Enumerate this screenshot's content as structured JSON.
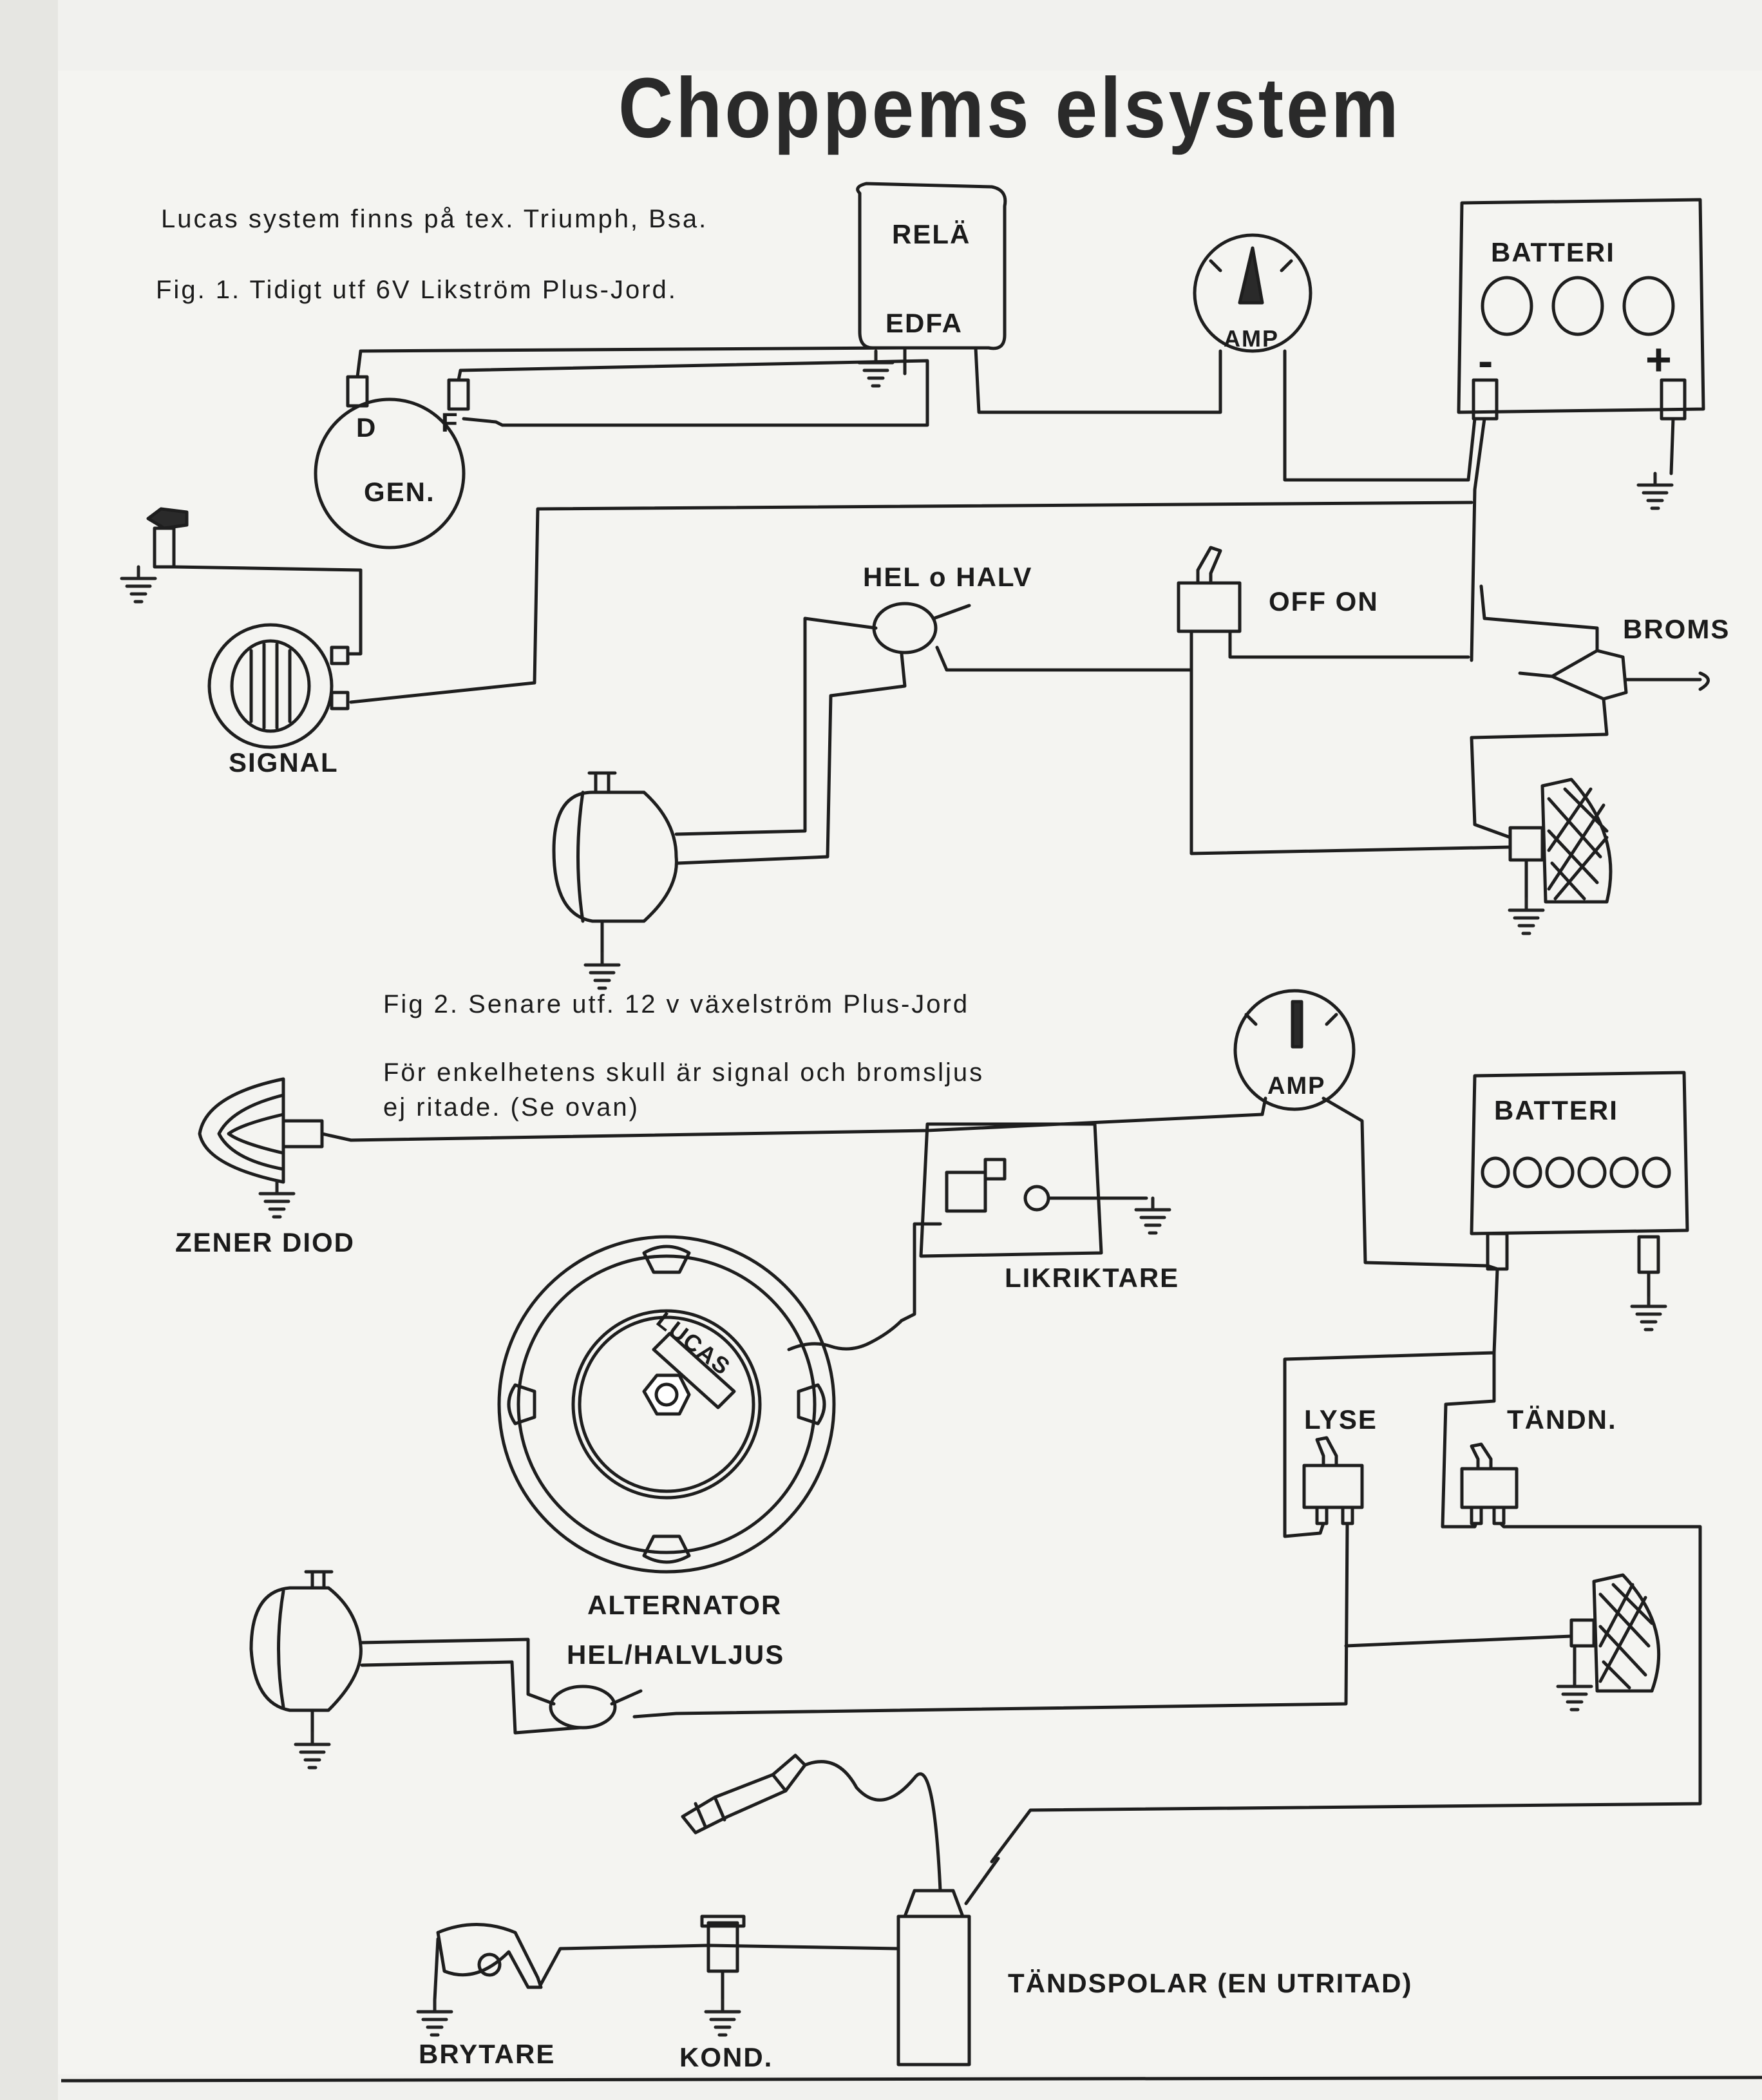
{
  "title": "Choppems elsystem",
  "fig1": {
    "note": "Lucas system finns på tex. Triumph, Bsa.",
    "caption": "Fig. 1. Tidigt utf 6V Likström Plus-Jord.",
    "labels": {
      "rela": "RELÄ",
      "edfa": "EDFA",
      "amp": "AMP",
      "batteri": "BATTERI",
      "minus": "-",
      "plus": "+",
      "gen": "GEN.",
      "d": "D",
      "f": "F",
      "hel_halv": "HEL o HALV",
      "off_on": "OFF ON",
      "broms": "BROMS",
      "signal": "SIGNAL"
    }
  },
  "fig2": {
    "caption": "Fig 2. Senare utf. 12 v växelström Plus-Jord",
    "note_line1": "För enkelhetens skull är signal och bromsljus",
    "note_line2": "ej ritade. (Se ovan)",
    "labels": {
      "amp": "AMP",
      "batteri": "BATTERI",
      "zener": "ZENER DIOD",
      "likriktare": "LIKRIKTARE",
      "lucas": "LUCAS",
      "alternator": "ALTERNATOR",
      "lyse": "LYSE",
      "tandn": "TÄNDN.",
      "hel_halvljus": "HEL/HALVLJUS",
      "tandspolar": "TÄNDSPOLAR (EN UTRITAD)",
      "brytare": "BRYTARE",
      "kond": "KOND."
    }
  }
}
